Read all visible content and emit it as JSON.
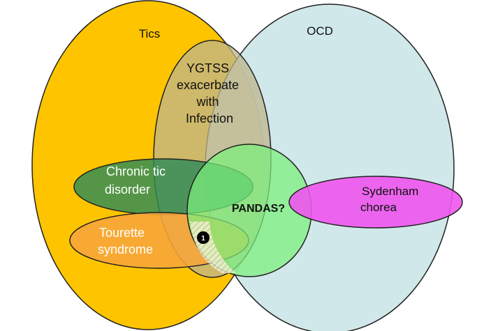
{
  "diagram": {
    "sets": {
      "tics": {
        "label": "Tics",
        "color": "#FFC400"
      },
      "ocd": {
        "label": "OCD",
        "color": "#C9E4E6"
      },
      "ygtss": {
        "lines": [
          "YGTSS",
          "exacerbate",
          "with",
          "Infection"
        ],
        "color": "#BDB58E"
      },
      "chronic_tic": {
        "lines": [
          "Chronic tic",
          "disorder"
        ],
        "color": "#2E8B57"
      },
      "tourette": {
        "lines": [
          "Tourette",
          "syndrome"
        ],
        "color": "#F7A53A"
      },
      "pandas": {
        "label": "PANDAS?",
        "color": "#7CF07C"
      },
      "sydenham": {
        "lines": [
          "Sydenham",
          "chorea"
        ],
        "color": "#EE55EE"
      }
    },
    "marker": {
      "label": "1",
      "color": "#000000"
    }
  }
}
